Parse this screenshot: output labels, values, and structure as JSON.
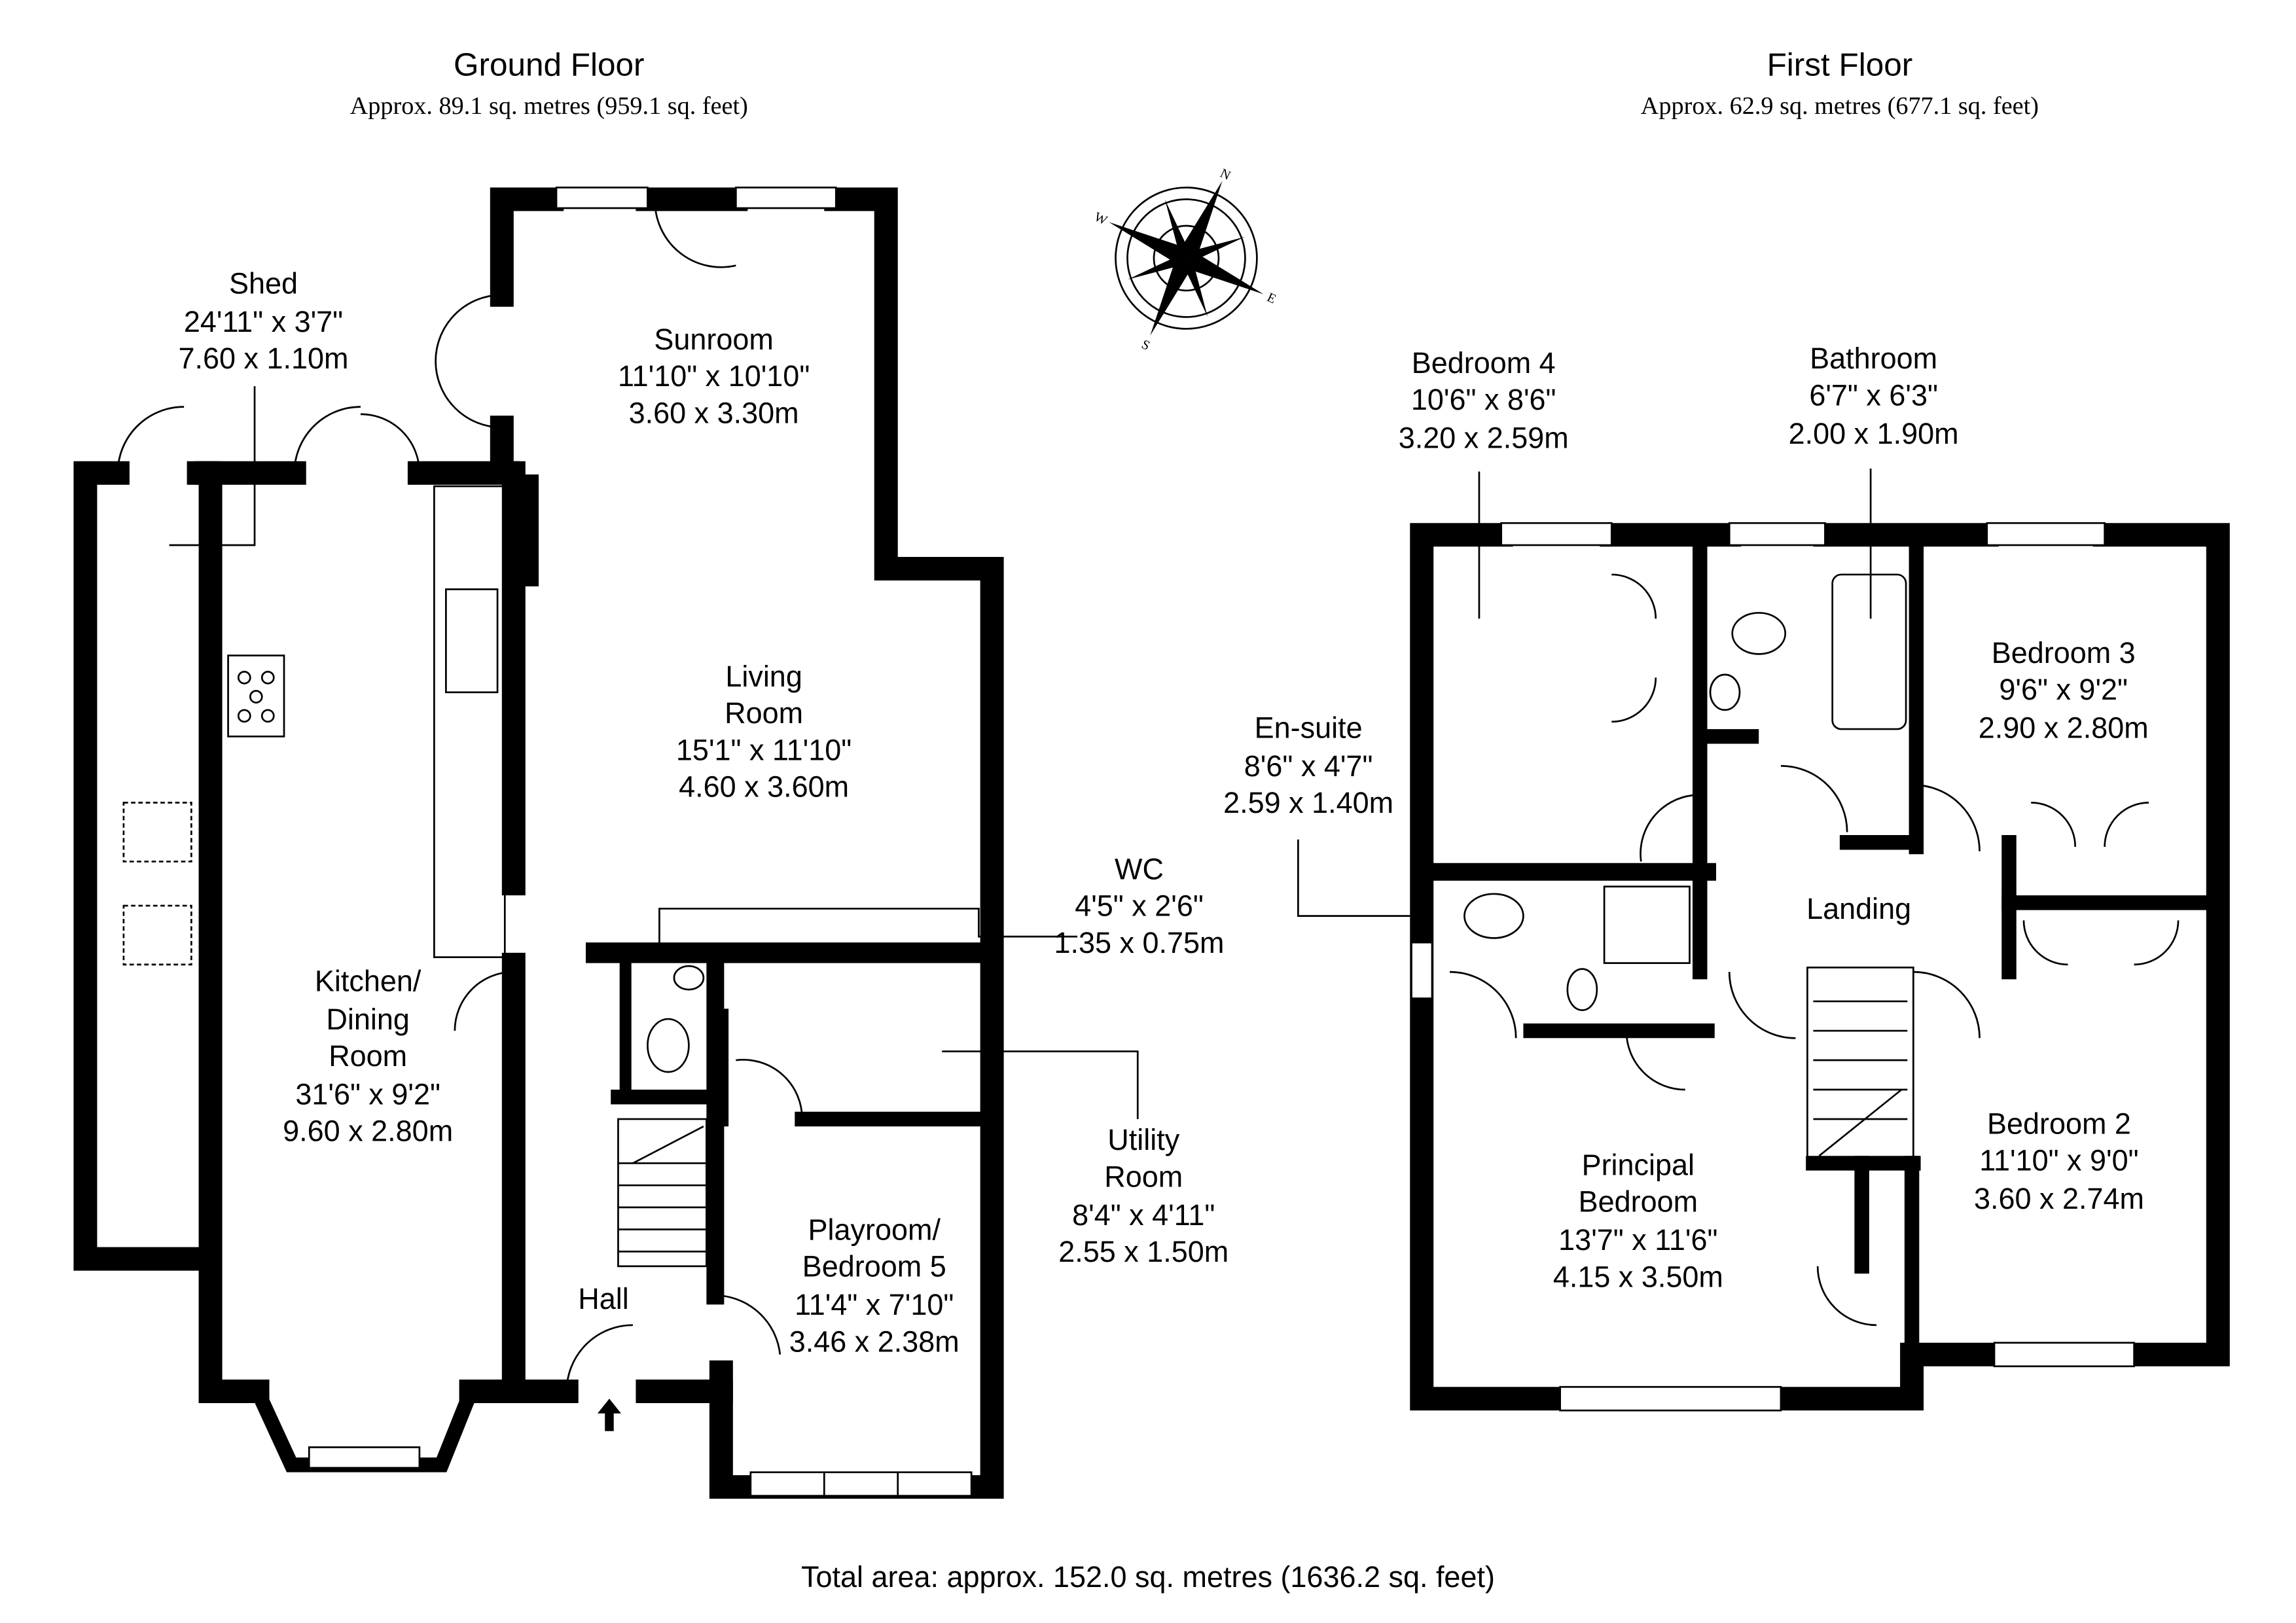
{
  "ground_floor": {
    "title": "Ground Floor",
    "area": "Approx. 89.1 sq. metres (959.1 sq. feet)",
    "rooms": [
      {
        "name": [
          "Shed"
        ],
        "imperial": "24'11\" x 3'7\"",
        "metric": "7.60 x 1.10m"
      },
      {
        "name": [
          "Sunroom"
        ],
        "imperial": "11'10\" x 10'10\"",
        "metric": "3.60 x 3.30m"
      },
      {
        "name": [
          "Living",
          "Room"
        ],
        "imperial": "15'1\" x 11'10\"",
        "metric": "4.60 x 3.60m"
      },
      {
        "name": [
          "Kitchen/",
          "Dining",
          "Room"
        ],
        "imperial": "31'6\" x 9'2\"",
        "metric": "9.60 x 2.80m"
      },
      {
        "name": [
          "WC"
        ],
        "imperial": "4'5\" x 2'6\"",
        "metric": "1.35 x 0.75m"
      },
      {
        "name": [
          "Utility",
          "Room"
        ],
        "imperial": "8'4\" x 4'11\"",
        "metric": "2.55 x 1.50m"
      },
      {
        "name": [
          "Playroom/",
          "Bedroom 5"
        ],
        "imperial": "11'4\" x 7'10\"",
        "metric": "3.46 x 2.38m"
      },
      {
        "name": [
          "Hall"
        ]
      }
    ]
  },
  "first_floor": {
    "title": "First Floor",
    "area": "Approx. 62.9 sq. metres (677.1 sq. feet)",
    "rooms": [
      {
        "name": [
          "Bedroom 4"
        ],
        "imperial": "10'6\" x 8'6\"",
        "metric": "3.20 x 2.59m"
      },
      {
        "name": [
          "Bathroom"
        ],
        "imperial": "6'7\" x 6'3\"",
        "metric": "2.00 x 1.90m"
      },
      {
        "name": [
          "Bedroom 3"
        ],
        "imperial": "9'6\" x 9'2\"",
        "metric": "2.90 x 2.80m"
      },
      {
        "name": [
          "En-suite"
        ],
        "imperial": "8'6\" x 4'7\"",
        "metric": "2.59 x 1.40m"
      },
      {
        "name": [
          "Landing"
        ]
      },
      {
        "name": [
          "Principal",
          "Bedroom"
        ],
        "imperial": "13'7\" x 11'6\"",
        "metric": "4.15 x 3.50m"
      },
      {
        "name": [
          "Bedroom 2"
        ],
        "imperial": "11'10\" x 9'0\"",
        "metric": "3.60 x 2.74m"
      }
    ]
  },
  "total_area": "Total area: approx. 152.0 sq. metres (1636.2 sq. feet)",
  "compass": {
    "icon": "compass-rose-icon",
    "letters": [
      "N",
      "E",
      "S",
      "W"
    ]
  }
}
